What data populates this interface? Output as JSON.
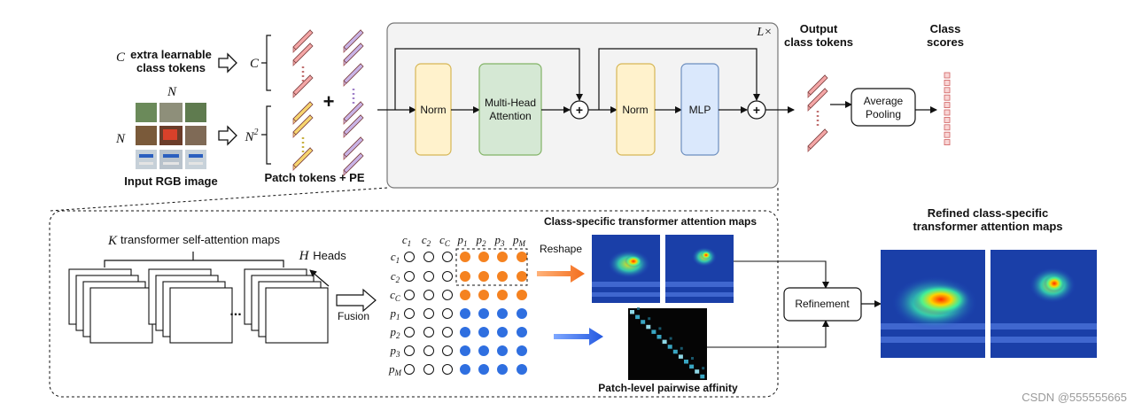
{
  "top": {
    "class_tokens_var": "C",
    "class_tokens_label_1": "extra learnable",
    "class_tokens_label_2": "class tokens",
    "class_tokens_count": "C",
    "image_dim_top": "N",
    "image_dim_left": "N",
    "image_label": "Input RGB image",
    "patch_count": "N",
    "patch_count_sup": "2",
    "patch_label": "Patch tokens + PE",
    "repeat_label": "L×",
    "blocks": {
      "norm1": "Norm",
      "mha_line1": "Multi-Head",
      "mha_line2": "Attention",
      "norm2": "Norm",
      "mlp": "MLP",
      "plus": "+"
    },
    "output_label_1": "Output",
    "output_label_2": "class tokens",
    "pooling_line1": "Average",
    "pooling_line2": "Pooling",
    "scores_label_1": "Class",
    "scores_label_2": "scores"
  },
  "bottom": {
    "attn_maps_var": "K",
    "attn_maps_label": "transformer self-attention maps",
    "heads_var": "H",
    "heads_label": "Heads",
    "ellipsis": "...",
    "fusion_label": "Fusion",
    "matrix_cols": [
      "c1",
      "c2",
      "cC",
      "p1",
      "p2",
      "p3",
      "pM"
    ],
    "matrix_rows": [
      "c1",
      "c2",
      "cC",
      "p1",
      "p2",
      "p3",
      "pM"
    ],
    "class_maps_title": "Class-specific transformer attention maps",
    "reshape_label": "Reshape",
    "affinity_label": "Patch-level pairwise affinity",
    "refinement_label": "Refinement",
    "refined_title_1": "Refined class-specific",
    "refined_title_2": "transformer attention maps"
  },
  "colors": {
    "class_token": "#f4a6a6",
    "patch_token": "#f7d56e",
    "pe_token": "#c9b3e6",
    "norm_block": "#fff2cc",
    "mha_block": "#d5e8d4",
    "mlp_block": "#dae8fc",
    "orange_dot": "#f58220",
    "blue_dot": "#2f6fe0"
  },
  "watermark": "CSDN @555555665"
}
